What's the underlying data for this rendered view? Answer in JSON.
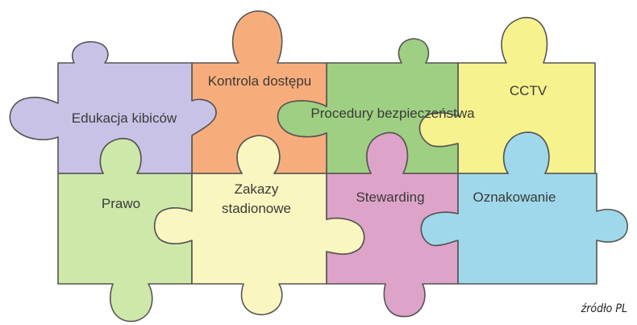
{
  "pieces": [
    {
      "id": "edukacja",
      "name": "piece-edukacja-kibicow",
      "label": "Edukacja kibiców",
      "color": "#c8c3e6"
    },
    {
      "id": "kontrola",
      "name": "piece-kontrola-dostepu",
      "label": "Kontrola dostępu",
      "color": "#f7ad7b"
    },
    {
      "id": "procedury",
      "name": "piece-procedury-bezpieczenstwa",
      "label": "Procedury bezpieczeństwa",
      "color": "#9fcf82"
    },
    {
      "id": "cctv",
      "name": "piece-cctv",
      "label": "CCTV",
      "color": "#f6f28e"
    },
    {
      "id": "prawo",
      "name": "piece-prawo",
      "label": "Prawo",
      "color": "#cde8a9"
    },
    {
      "id": "zakazy",
      "name": "piece-zakazy-stadionowe",
      "label_lines": [
        "Zakazy",
        "stadionowe"
      ],
      "color": "#faf6bf"
    },
    {
      "id": "stewarding",
      "name": "piece-stewarding",
      "label": "Stewarding",
      "color": "#dea3c8"
    },
    {
      "id": "oznakowanie",
      "name": "piece-oznakowanie",
      "label": "Oznakowanie",
      "color": "#9fd8ea"
    }
  ],
  "source_note": "źródło PL"
}
